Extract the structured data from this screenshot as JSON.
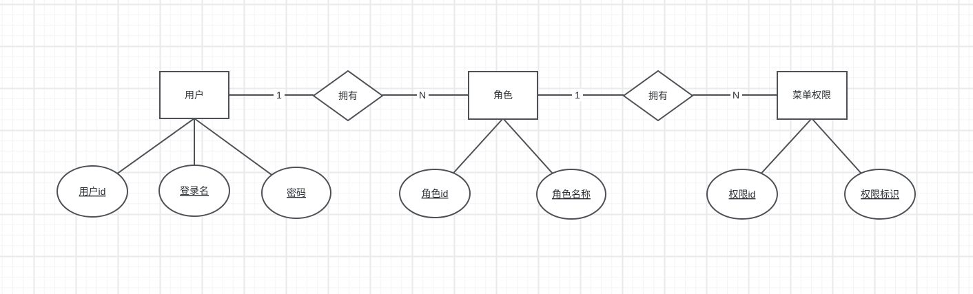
{
  "diagram": {
    "type": "entity-relationship",
    "entities": [
      {
        "label": "用户"
      },
      {
        "label": "角色"
      },
      {
        "label": "菜单权限"
      }
    ],
    "relationships": [
      {
        "label": "拥有"
      },
      {
        "label": "拥有"
      }
    ],
    "attributes": [
      {
        "label": "用户id",
        "owner": "用户"
      },
      {
        "label": "登录名",
        "owner": "用户"
      },
      {
        "label": "密码",
        "owner": "用户"
      },
      {
        "label": "角色id",
        "owner": "角色"
      },
      {
        "label": "角色名称",
        "owner": "角色"
      },
      {
        "label": "权限id",
        "owner": "菜单权限"
      },
      {
        "label": "权限标识",
        "owner": "菜单权限"
      }
    ],
    "cardinality_labels": [
      "1",
      "N",
      "1",
      "N"
    ],
    "colors": {
      "background": "#ffffff",
      "grid_minor": "#f4f4f4",
      "grid_major": "#eaeaea",
      "shape_stroke": "#4d5156",
      "shape_fill": "#ffffff",
      "text": "#2d3135"
    }
  }
}
